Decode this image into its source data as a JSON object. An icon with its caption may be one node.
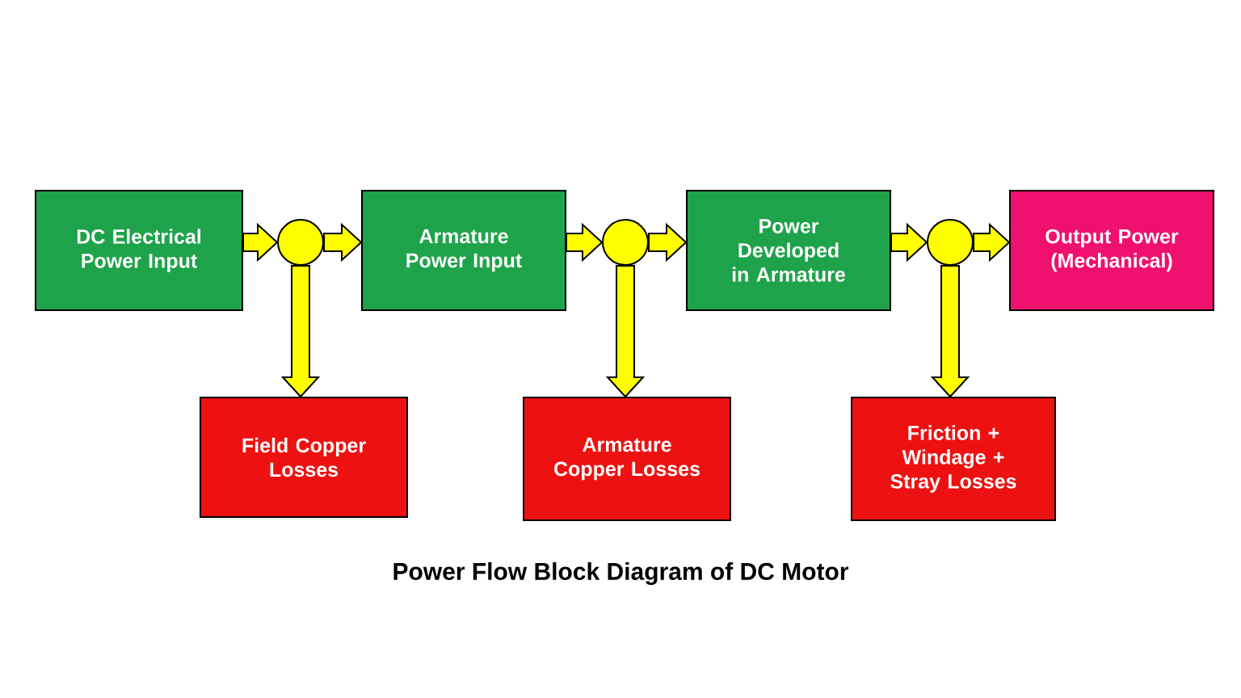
{
  "diagram": {
    "title": "Power Flow Block Diagram of DC Motor",
    "nodes": [
      {
        "text": [
          "DC Electrical Power Input"
        ]
      },
      {
        "text": [],
        "shape": "circle"
      },
      {
        "text": [
          "Armature Power Input"
        ]
      },
      {
        "text": [],
        "shape": "circle"
      },
      {
        "text": [
          "Power Developed in Armature"
        ]
      },
      {
        "text": [],
        "shape": "circle"
      },
      {
        "text": [
          "Output Power (Mechanical)"
        ]
      },
      {
        "text": [
          "Field Copper Losses"
        ]
      },
      {
        "text": [
          "Armature Copper Losses"
        ]
      },
      {
        "text": [
          "Friction + Windage + Stray Losses"
        ]
      }
    ],
    "edges": [
      {
        "from": 0,
        "to": 1,
        "arrow": "to"
      },
      {
        "from": 1,
        "to": 2,
        "arrow": "to"
      },
      {
        "from": 1,
        "to": 7,
        "arrow": "to"
      },
      {
        "from": 2,
        "to": 3,
        "arrow": "to"
      },
      {
        "from": 3,
        "to": 4,
        "arrow": "to"
      },
      {
        "from": 3,
        "to": 8,
        "arrow": "to"
      },
      {
        "from": 4,
        "to": 5,
        "arrow": "to"
      },
      {
        "from": 5,
        "to": 6,
        "arrow": "to"
      },
      {
        "from": 5,
        "to": 9,
        "arrow": "to"
      }
    ]
  }
}
